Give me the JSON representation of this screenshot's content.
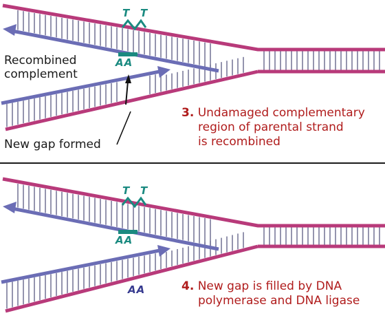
{
  "panel_top": {
    "labels": {
      "recombined_complement_line1": "Recombined",
      "recombined_complement_line2": "complement",
      "new_gap": "New gap formed",
      "dimer_t1": "T",
      "dimer_t2": "T",
      "complement_bases": "AA"
    },
    "caption": {
      "number": "3.",
      "line1": "Undamaged complementary",
      "line2": "region of parental strand",
      "line3": "is recombined"
    }
  },
  "panel_bottom": {
    "labels": {
      "dimer_t1": "T",
      "dimer_t2": "T",
      "complement_bases": "AA",
      "filled_bases": "AA"
    },
    "caption": {
      "number": "4.",
      "line1": "New gap is filled by DNA",
      "line2": "polymerase and DNA ligase"
    }
  },
  "colors": {
    "parental_strand": "#b83a7a",
    "daughter_strand": "#6b6db5",
    "rung": "#7a7a9a",
    "dimer": "#1a8a80",
    "caption": "#b01c1c"
  }
}
